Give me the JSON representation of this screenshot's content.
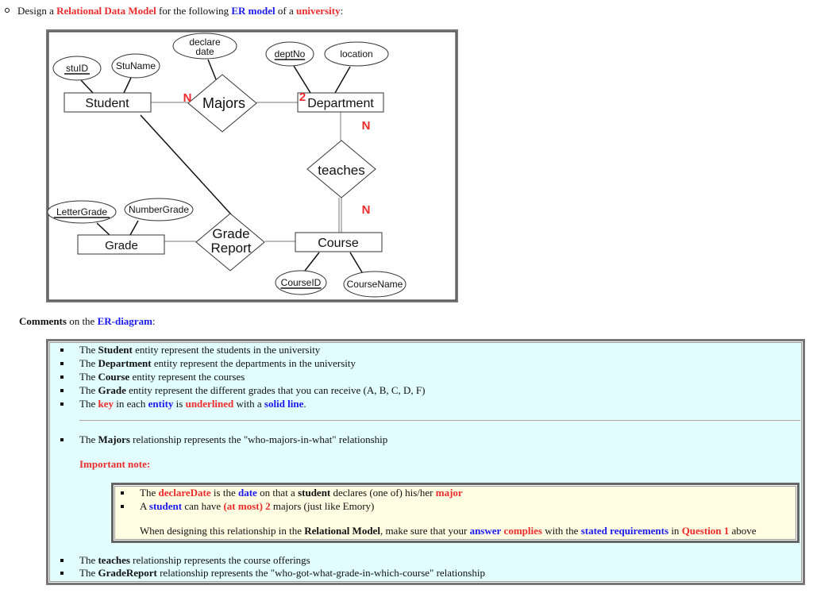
{
  "intro": [
    {
      "t": "Design a ",
      "s": ""
    },
    {
      "t": "Relational Data Model",
      "s": "r"
    },
    {
      "t": " for the following ",
      "s": ""
    },
    {
      "t": "ER model",
      "s": "bl"
    },
    {
      "t": " of a ",
      "s": ""
    },
    {
      "t": "university",
      "s": "r"
    },
    {
      "t": ":",
      "s": ""
    }
  ],
  "diagram": {
    "entities": {
      "student": "Student",
      "department": "Department",
      "course": "Course",
      "grade": "Grade"
    },
    "relationships": {
      "majors": "Majors",
      "teaches": "teaches",
      "grade_report_1": "Grade",
      "grade_report_2": "Report"
    },
    "attributes": {
      "stuid": {
        "label": "stuID",
        "key": true
      },
      "stuname": {
        "label": "StuName",
        "key": false
      },
      "declare_1": {
        "label": "declare",
        "key": false
      },
      "declare_2": {
        "label": "date",
        "key": false
      },
      "deptno": {
        "label": "deptNo",
        "key": true
      },
      "location": {
        "label": "location",
        "key": false
      },
      "lettergrade": {
        "label": "LetterGrade",
        "key": true
      },
      "numbergrade": {
        "label": "NumberGrade",
        "key": false
      },
      "courseid": {
        "label": "CourseID",
        "key": true
      },
      "coursename": {
        "label": "CourseName",
        "key": false
      }
    },
    "cardinalities": {
      "student_majors": "N",
      "majors_department": "2",
      "department_teaches": "N",
      "teaches_course": "N"
    },
    "cardinality_color": "#ee2a2a"
  },
  "comments_heading": [
    {
      "t": "Comments",
      "s": "b"
    },
    {
      "t": " on the ",
      "s": ""
    },
    {
      "t": "ER-diagram",
      "s": "bl"
    },
    {
      "t": ":",
      "s": ""
    }
  ],
  "comments": [
    [
      {
        "t": "The ",
        "s": ""
      },
      {
        "t": "Student",
        "s": "b"
      },
      {
        "t": " entity represent the students in the university",
        "s": ""
      }
    ],
    [
      {
        "t": "The ",
        "s": ""
      },
      {
        "t": "Department",
        "s": "b"
      },
      {
        "t": " entity represent the departments in the university",
        "s": ""
      }
    ],
    [
      {
        "t": "The ",
        "s": ""
      },
      {
        "t": "Course",
        "s": "b"
      },
      {
        "t": " entity represent the courses",
        "s": ""
      }
    ],
    [
      {
        "t": "The ",
        "s": ""
      },
      {
        "t": "Grade",
        "s": "b"
      },
      {
        "t": " entity represent the different grades that you can receive (A, B, C, D, F)",
        "s": ""
      }
    ],
    [
      {
        "t": "The ",
        "s": ""
      },
      {
        "t": "key",
        "s": "r"
      },
      {
        "t": " in each ",
        "s": ""
      },
      {
        "t": "entity",
        "s": "bl"
      },
      {
        "t": " is ",
        "s": ""
      },
      {
        "t": "underlined",
        "s": "r"
      },
      {
        "t": " with a ",
        "s": ""
      },
      {
        "t": "solid line",
        "s": "bl"
      },
      {
        "t": ".",
        "s": ""
      }
    ],
    [
      {
        "t": "The ",
        "s": ""
      },
      {
        "t": "Majors",
        "s": "b"
      },
      {
        "t": " relationship represents the \"who-majors-in-what\" relationship",
        "s": ""
      }
    ]
  ],
  "important_note": [
    {
      "t": "Important note:",
      "s": "r"
    }
  ],
  "note": [
    [
      {
        "t": "The ",
        "s": ""
      },
      {
        "t": "declareDate",
        "s": "r"
      },
      {
        "t": " is the ",
        "s": ""
      },
      {
        "t": "date",
        "s": "bl"
      },
      {
        "t": " on that a ",
        "s": ""
      },
      {
        "t": "student",
        "s": "b"
      },
      {
        "t": " declares (one of) his/her ",
        "s": ""
      },
      {
        "t": "major",
        "s": "r"
      }
    ],
    [
      {
        "t": "A ",
        "s": ""
      },
      {
        "t": "student",
        "s": "bl"
      },
      {
        "t": " can have ",
        "s": ""
      },
      {
        "t": "(at most) 2",
        "s": "r"
      },
      {
        "t": " majors (just like Emory)",
        "s": ""
      }
    ],
    [
      {
        "t": "When designing this relationship in the ",
        "s": ""
      },
      {
        "t": "Relational Model",
        "s": "b"
      },
      {
        "t": ", make sure that your ",
        "s": ""
      },
      {
        "t": "answer",
        "s": "bl"
      },
      {
        "t": " ",
        "s": ""
      },
      {
        "t": "complies",
        "s": "r"
      },
      {
        "t": " with the ",
        "s": ""
      },
      {
        "t": "stated requirements",
        "s": "bl"
      },
      {
        "t": " in ",
        "s": ""
      },
      {
        "t": "Question 1",
        "s": "r"
      },
      {
        "t": " above",
        "s": ""
      }
    ]
  ],
  "footer_comments": [
    [
      {
        "t": "The ",
        "s": ""
      },
      {
        "t": "teaches",
        "s": "b"
      },
      {
        "t": " relationship represents the course offerings",
        "s": ""
      }
    ],
    [
      {
        "t": "The ",
        "s": ""
      },
      {
        "t": "GradeReport",
        "s": "b"
      },
      {
        "t": " relationship represents the \"who-got-what-grade-in-which-course\" relationship",
        "s": ""
      }
    ]
  ]
}
